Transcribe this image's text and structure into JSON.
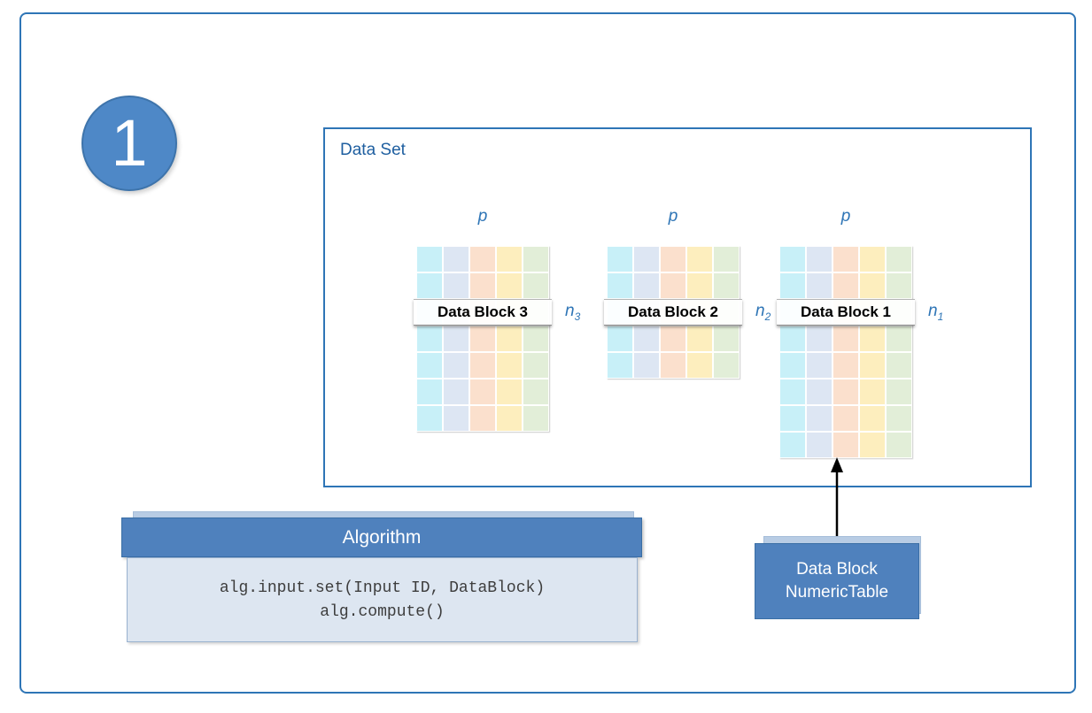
{
  "step_badge": "1",
  "dataset": {
    "title": "Data Set",
    "blocks": [
      {
        "label": "Data Block 3",
        "p": "p",
        "n_base": "n",
        "n_sub": "3",
        "rows": 7,
        "cols": 5
      },
      {
        "label": "Data Block 2",
        "p": "p",
        "n_base": "n",
        "n_sub": "2",
        "rows": 5,
        "cols": 5
      },
      {
        "label": "Data Block 1",
        "p": "p",
        "n_base": "n",
        "n_sub": "1",
        "rows": 8,
        "cols": 5
      }
    ],
    "cell_colors": [
      "#c8f0f8",
      "#dde6f3",
      "#fbe0cd",
      "#fdeebe",
      "#e2eed8"
    ]
  },
  "algorithm": {
    "title": "Algorithm",
    "code_lines": [
      "alg.input.set(Input ID, DataBlock)",
      "alg.compute()"
    ]
  },
  "numeric_table": {
    "lines": [
      "Data Block",
      "NumericTable"
    ]
  },
  "colors": {
    "accent_blue": "#4f81bd",
    "border_blue": "#2e75b6",
    "backing_blue": "#b8cce4",
    "label_blue": "#2e75b6"
  }
}
